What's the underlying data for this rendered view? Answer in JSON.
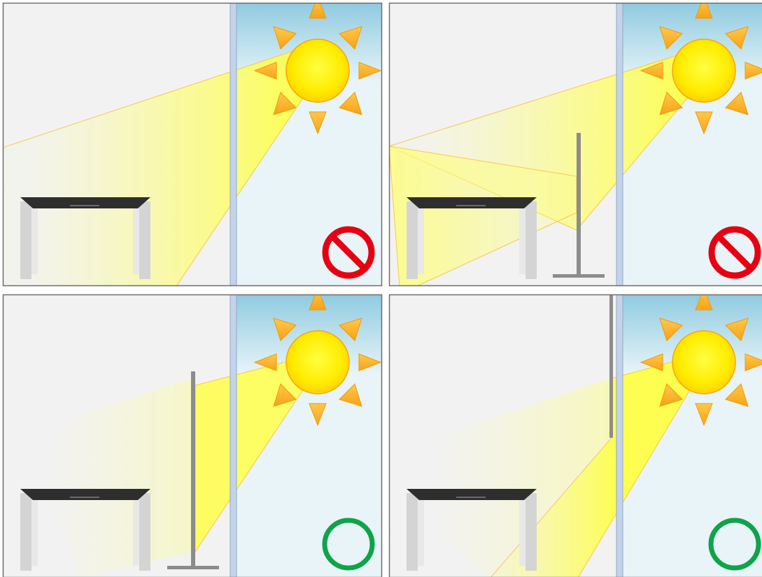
{
  "panels": [
    {
      "id": "top-left",
      "obstruction": "none",
      "verdict": "prohibited"
    },
    {
      "id": "top-right",
      "obstruction": "floor-lamp-pole",
      "verdict": "prohibited"
    },
    {
      "id": "bottom-left",
      "obstruction": "floor-lamp-pole",
      "verdict": "ok"
    },
    {
      "id": "bottom-right",
      "obstruction": "hanging-pole",
      "verdict": "ok"
    }
  ],
  "icons": {
    "sun": "sun-icon",
    "prohibited": "prohibited-icon",
    "ok": "ok-circle-icon"
  },
  "colors": {
    "room_wall": "#f2f2f2",
    "panel_border": "#6e6e6e",
    "window_frame": "#aac0dc",
    "sky_top": "#8fcbe0",
    "sky_bottom": "#e8f4f8",
    "sun_body": "#ffe600",
    "sun_ray": "#fbb22a",
    "sunlight_beam": "#ffff3c",
    "table_top": "#2e2e2e",
    "table_leg": "#d9d9d9",
    "pole": "#8c8c8c",
    "prohibited_red": "#e60012",
    "ok_green": "#0ea44a"
  }
}
